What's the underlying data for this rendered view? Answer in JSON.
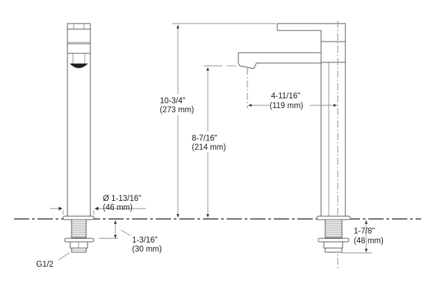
{
  "drawing": {
    "type": "faucet dimension drawing",
    "views": [
      "side-view",
      "front-view"
    ],
    "colors": {
      "line": "#555555",
      "dimension": "#8a8a8a",
      "text": "#1a1a1a",
      "background": "#ffffff"
    }
  },
  "dimensions": {
    "diameter": {
      "imperial": "Ø 1-13/16\"",
      "metric": "(46 mm)"
    },
    "shank_left": {
      "imperial": "1-3/16\"",
      "metric": "(30 mm)"
    },
    "thread": {
      "label": "G1/2"
    },
    "overall_height": {
      "imperial": "10-3/4\"",
      "metric": "(273 mm)"
    },
    "spout_height": {
      "imperial": "8-7/16\"",
      "metric": "(214 mm)"
    },
    "spout_reach": {
      "imperial": "4-11/16\"",
      "metric": "(119 mm)"
    },
    "shank_right": {
      "imperial": "1-7/8\"",
      "metric": "(48 mm)"
    }
  }
}
